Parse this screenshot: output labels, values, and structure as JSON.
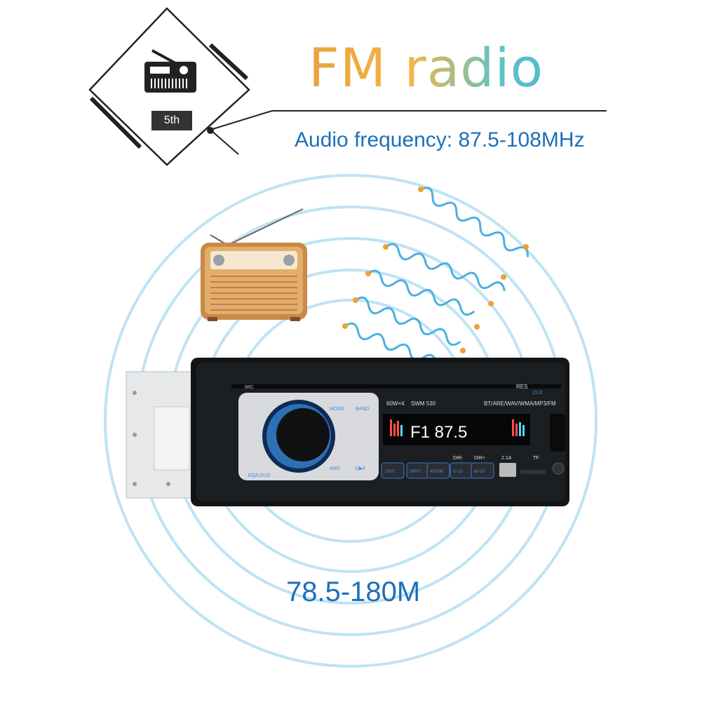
{
  "header": {
    "title": "FM radio",
    "subtitle": "Audio frequency: 87.5-108MHz",
    "badge": "5th"
  },
  "range_label": "78.5-180M",
  "device": {
    "mic": "MIC",
    "res": "RES",
    "clk": "CLK",
    "mode": "MODE",
    "band": "BAND",
    "power_label": "60W×4",
    "model": "SWM 530",
    "formats": "BT/ARE/WAV/WMA/MP3/FM",
    "display": "F1 87.5",
    "eq": "EQ/LOUD",
    "ams": "AMS",
    "play": "1/▶‖",
    "btn2": "2/INT",
    "btn3": "3/RPT",
    "btn4": "4/RDM",
    "btn5": "5/-10",
    "btn6": "6/+10",
    "dir_minus": "DIR-",
    "dir_plus": "DIR+",
    "usb": "2.1A",
    "tf": "TF"
  },
  "colors": {
    "title_orange": "#e9a23b",
    "title_teal": "#3fb0d6",
    "text_blue": "#1d6fb8",
    "ring_blue": "#bfe3f4",
    "wave_blue": "#4bb0e0",
    "wave_dot": "#f0a030"
  }
}
